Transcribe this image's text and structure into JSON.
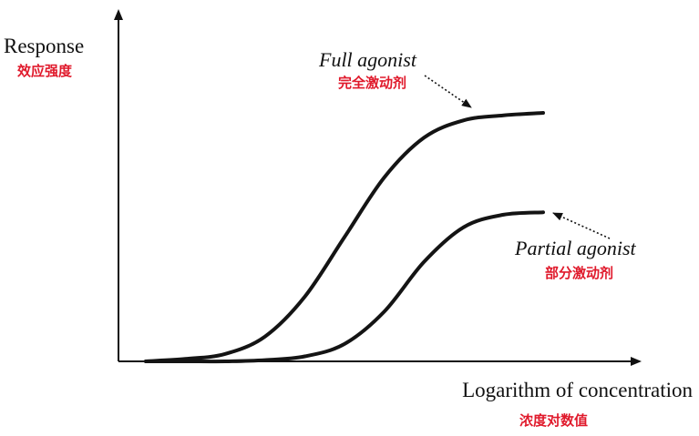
{
  "chart_data": {
    "type": "line",
    "title": "",
    "ylabel": "Response",
    "ylabel_cn": "效应强度",
    "xlabel": "Logarithm of concentration",
    "xlabel_cn": "浓度对数值",
    "grid": false,
    "legend": "none",
    "x_ticks": "none",
    "y_ticks": "none",
    "ylim": [
      0,
      1
    ],
    "series": [
      {
        "name": "Full agonist",
        "name_cn": "完全激动剂",
        "color": "#141414",
        "x": [
          0,
          1,
          2,
          3,
          4,
          5,
          6,
          7,
          8,
          9,
          10
        ],
        "values": [
          0.0,
          0.01,
          0.03,
          0.1,
          0.26,
          0.5,
          0.74,
          0.9,
          0.97,
          0.99,
          1.0
        ]
      },
      {
        "name": "Partial agonist",
        "name_cn": "部分激动剂",
        "color": "#141414",
        "x": [
          0,
          1,
          2,
          3,
          4,
          5,
          6,
          7,
          8,
          9,
          10
        ],
        "values": [
          0.0,
          0.0,
          0.0,
          0.005,
          0.02,
          0.07,
          0.2,
          0.4,
          0.54,
          0.59,
          0.6
        ]
      }
    ],
    "annotations": [
      {
        "label": "Full agonist",
        "label_cn": "完全激动剂",
        "points_to": "Full agonist"
      },
      {
        "label": "Partial agonist",
        "label_cn": "部分激动剂",
        "points_to": "Partial agonist"
      }
    ]
  }
}
